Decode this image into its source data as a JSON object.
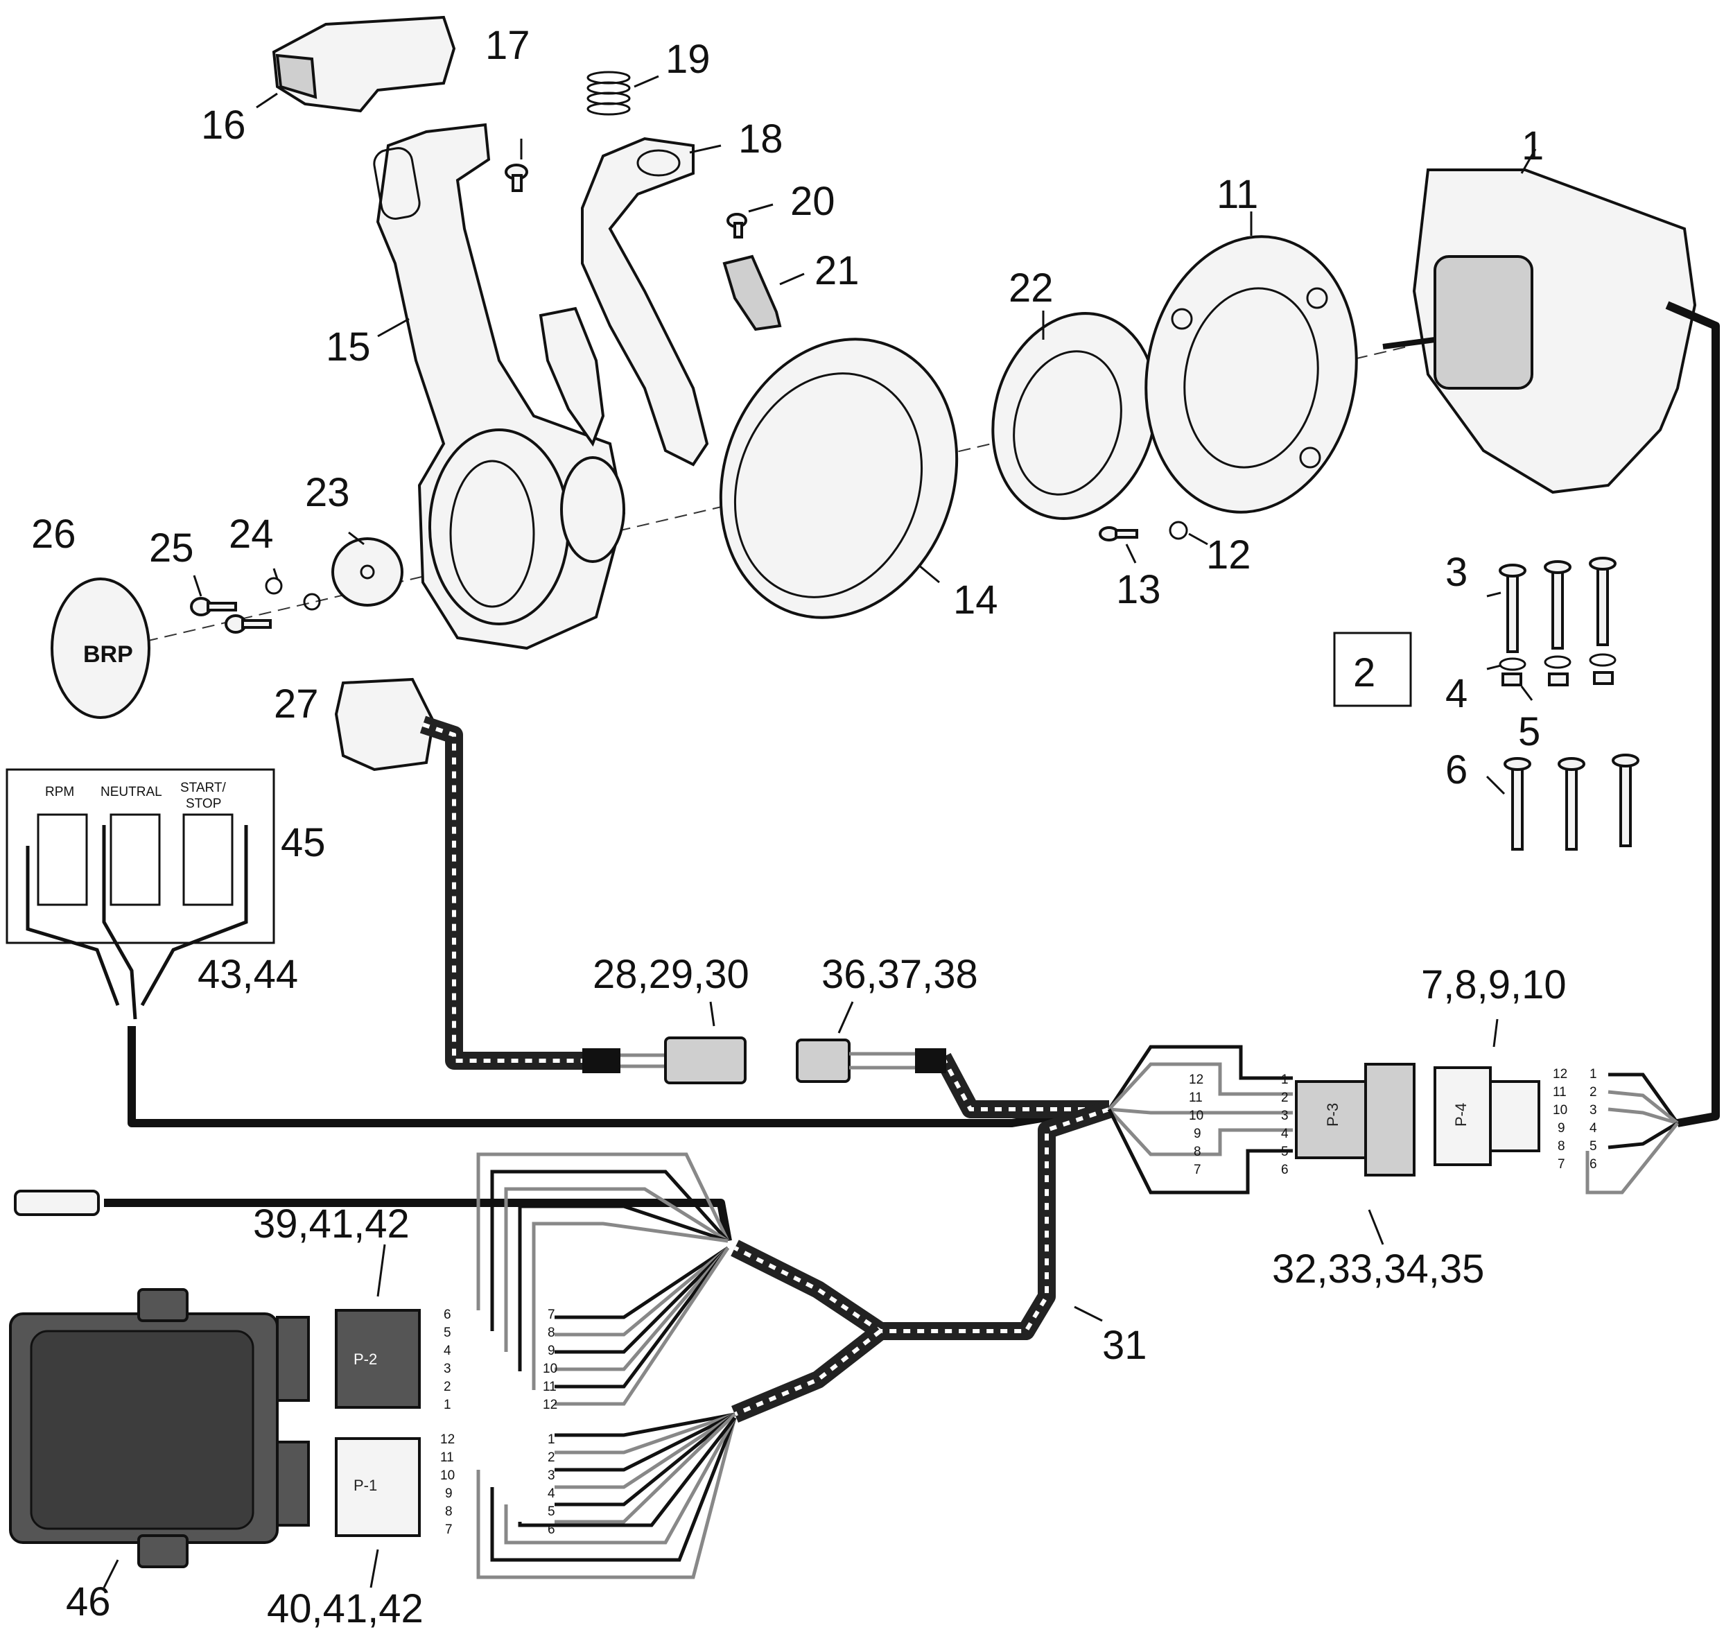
{
  "callouts": {
    "c1": "1",
    "c2": "2",
    "c3": "3",
    "c4": "4",
    "c5": "5",
    "c6": "6",
    "c7_10": "7,8,9,10",
    "c11": "11",
    "c12": "12",
    "c13": "13",
    "c14": "14",
    "c15": "15",
    "c16": "16",
    "c17": "17",
    "c18": "18",
    "c19": "19",
    "c20": "20",
    "c21": "21",
    "c22": "22",
    "c23": "23",
    "c24": "24",
    "c25": "25",
    "c26": "26",
    "c27": "27",
    "c28_30": "28,29,30",
    "c31": "31",
    "c32_35": "32,33,34,35",
    "c36_38": "36,37,38",
    "c39_42": "39,41,42",
    "c40_42": "40,41,42",
    "c43_44": "43,44",
    "c45": "45",
    "c46": "46"
  },
  "panel": {
    "rpm": "RPM",
    "neutral": "NEUTRAL",
    "start_stop_1": "START/",
    "start_stop_2": "STOP"
  },
  "logo": "BRP",
  "connectors": {
    "p1": "P-1",
    "p2": "P-2",
    "p3": "P-3",
    "p4": "P-4"
  },
  "pins": [
    "1",
    "2",
    "3",
    "4",
    "5",
    "6",
    "7",
    "8",
    "9",
    "10",
    "11",
    "12"
  ]
}
